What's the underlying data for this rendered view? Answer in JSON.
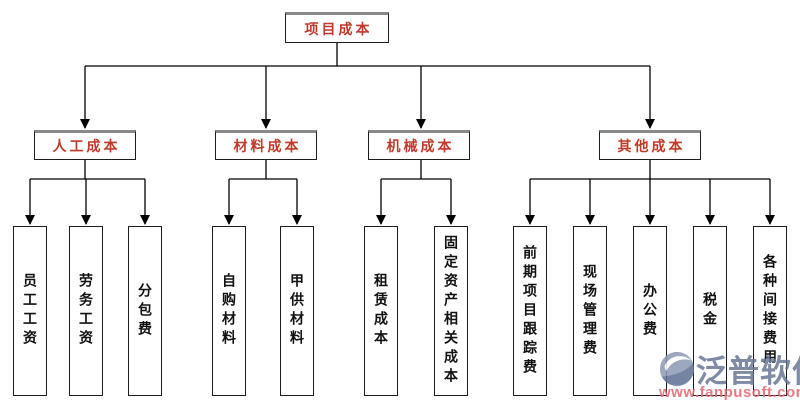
{
  "diagram": {
    "root": {
      "label": "项目成本"
    },
    "branches": [
      {
        "label": "人工成本",
        "children": [
          "员工工资",
          "劳务工资",
          "分包费"
        ]
      },
      {
        "label": "材料成本",
        "children": [
          "自购材料",
          "甲供材料"
        ]
      },
      {
        "label": "机械成本",
        "children": [
          "租赁成本",
          "固定资产相关成本"
        ]
      },
      {
        "label": "其他成本",
        "children": [
          "前期项目跟踪费",
          "现场管理费",
          "办公费",
          "税金",
          "各种间接费用"
        ]
      }
    ]
  },
  "watermark": {
    "logo_icon": "fanpu-logo-icon",
    "brand": "泛普软件",
    "url": "www.fanpusoft.com"
  },
  "colors": {
    "heading_text": "#c03a2a",
    "leaf_text": "#111111",
    "connector": "#000000",
    "box_border": "#1c1c1c",
    "box_top_edge": "#8a8a8a",
    "watermark_blue": "#687794",
    "watermark_pink": "#e16e76"
  }
}
